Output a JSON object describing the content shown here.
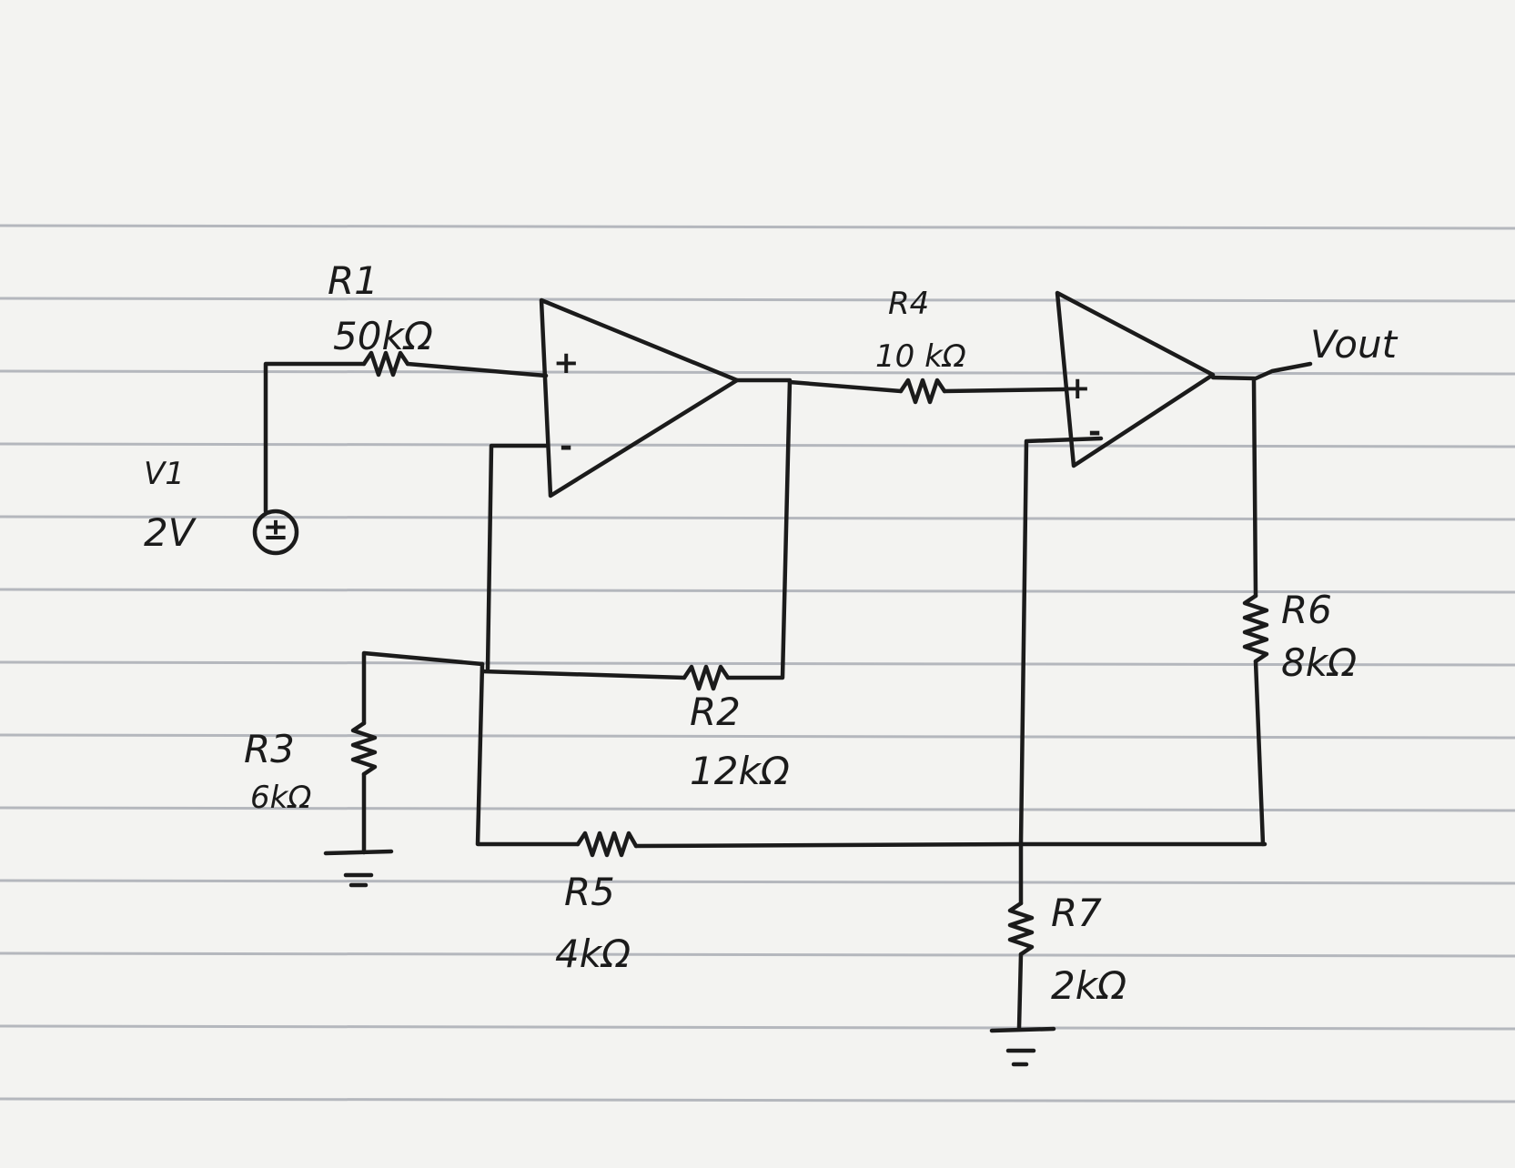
{
  "page": {
    "paper_color": "#f3f3f1",
    "ink_color": "#1b1b1b",
    "rule_color": "#b4b7bd"
  },
  "source": {
    "name": "V1",
    "value": "2V",
    "symbol": "±"
  },
  "resistors": {
    "r1": {
      "name": "R1",
      "value": "50kΩ"
    },
    "r2": {
      "name": "R2",
      "value": "12kΩ"
    },
    "r3": {
      "name": "R3",
      "value": "6kΩ"
    },
    "r4": {
      "name": "R4",
      "value": "10 kΩ"
    },
    "r5": {
      "name": "R5",
      "value": "4kΩ"
    },
    "r6": {
      "name": "R6",
      "value": "8kΩ"
    },
    "r7": {
      "name": "R7",
      "value": "2kΩ"
    }
  },
  "opamps": {
    "u1": {
      "plus": "+",
      "minus": "-"
    },
    "u2": {
      "plus": "+",
      "minus": "-"
    }
  },
  "output": {
    "label": "Vout"
  },
  "grounds": [
    "ground",
    "ground"
  ]
}
